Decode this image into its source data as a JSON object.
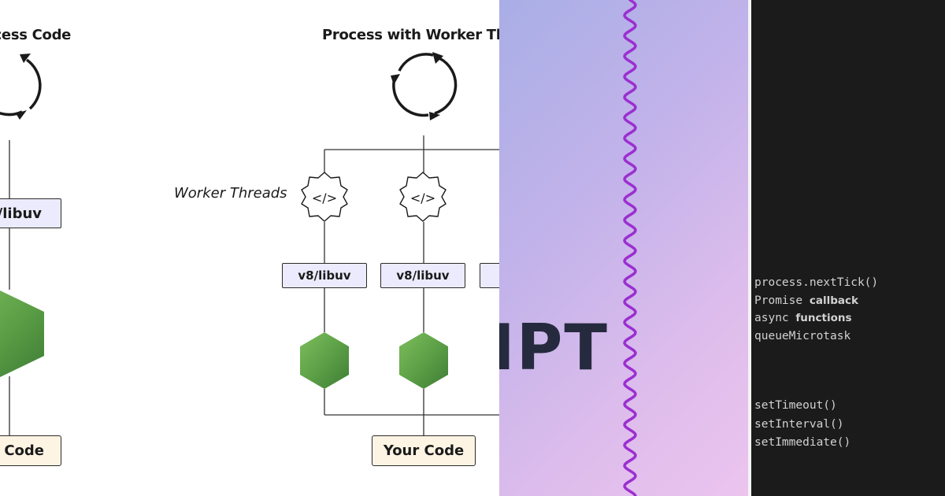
{
  "diagram": {
    "left_title": "Process Code",
    "right_title": "Process with Worker Threads",
    "worker_threads_label": "Worker Threads",
    "code_icon_glyph": "</>",
    "runtime_label": "v8/libuv",
    "your_code_label": "Your Code",
    "colors": {
      "runtime_box": "#ebebfd",
      "code_box": "#fdf4e3",
      "node_green": "#5fa04e",
      "line": "#333333"
    }
  },
  "banner": {
    "title_fragment": "IPT",
    "colors": {
      "gradient_start": "#a9aee6",
      "gradient_end": "#ecc4ee",
      "wave": "#9b2fd0",
      "text": "#262a3e"
    }
  },
  "code_panel": {
    "microtasks": [
      {
        "mono": "process.nextTick()",
        "sans": ""
      },
      {
        "mono": "Promise ",
        "sans": "callback"
      },
      {
        "mono": "async ",
        "sans": "functions"
      },
      {
        "mono": "queueMicrotask",
        "sans": ""
      }
    ],
    "macrotasks": [
      {
        "mono": "setTimeout()",
        "sans": ""
      },
      {
        "mono": "setInterval()",
        "sans": ""
      },
      {
        "mono": "setImmediate()",
        "sans": ""
      }
    ]
  }
}
